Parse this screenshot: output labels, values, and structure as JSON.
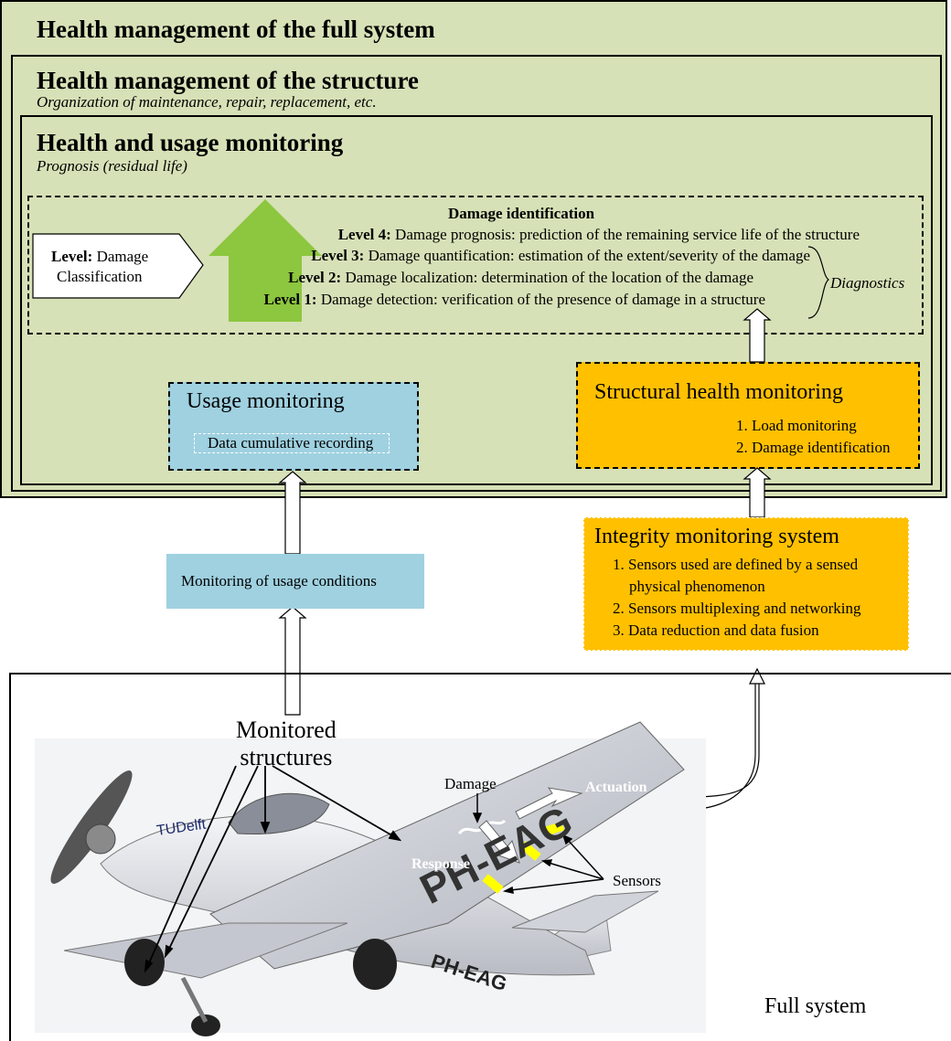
{
  "full_system_health": {
    "title": "Health management of the full system"
  },
  "structure_health": {
    "title": "Health management of the structure",
    "subtitle": "Organization of maintenance, repair, replacement, etc."
  },
  "health_usage_monitoring": {
    "title": "Health and usage monitoring",
    "subtitle": "Prognosis (residual life)"
  },
  "damage_identification": {
    "title": "Damage identification",
    "level_arrow": {
      "bold": "Level:",
      "text_line1": "Damage",
      "text_line2": "Classification"
    },
    "levels": [
      {
        "bold": "Level 4:",
        "text": "Damage prognosis: prediction of the remaining service life of the structure"
      },
      {
        "bold": "Level 3:",
        "text": "Damage quantification: estimation of the extent/severity of the damage"
      },
      {
        "bold": "Level 2:",
        "text": "Damage localization:  determination of the location of the damage"
      },
      {
        "bold": "Level 1:",
        "text": "Damage detection: verification of the presence of damage in a structure"
      }
    ],
    "diagnostics": "Diagnostics"
  },
  "usage_monitoring": {
    "title": "Usage monitoring",
    "item": "Data cumulative recording"
  },
  "shm": {
    "title": "Structural health monitoring",
    "items": [
      "1. Load monitoring",
      "2. Damage identification"
    ]
  },
  "usage_conditions": {
    "label": "Monitoring of usage conditions"
  },
  "integrity": {
    "title": "Integrity monitoring system",
    "items": [
      "1. Sensors used are defined by a sensed",
      "physical phenomenon",
      "2. Sensors multiplexing and networking",
      "3. Data reduction and data fusion"
    ]
  },
  "aircraft": {
    "monitored_line1": "Monitored",
    "monitored_line2": "structures",
    "damage": "Damage",
    "actuation": "Actuation",
    "response": "Response",
    "sensors": "Sensors",
    "registration": "PH-EAG",
    "registration_tail": "PH-EAG",
    "logo": "TUDelft",
    "full_system": "Full system"
  },
  "colors": {
    "green_bg": "#d6e1b7",
    "level_arrow_green": "#8dc63f",
    "usage_blue": "#9fd1e0",
    "shm_orange": "#ffc000",
    "sensor_yellow": "#ffff00"
  }
}
